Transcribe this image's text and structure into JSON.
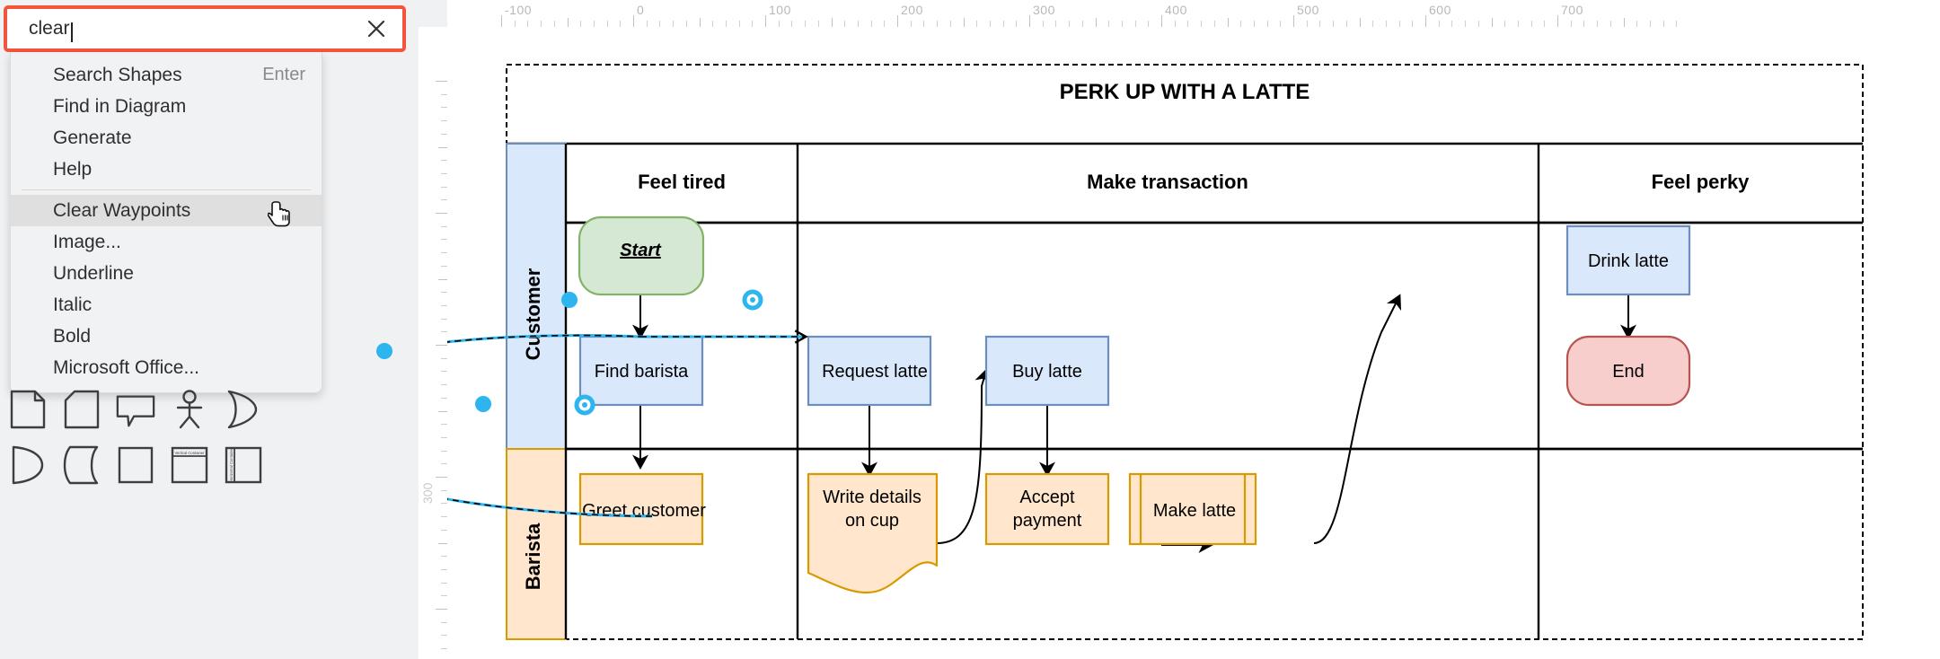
{
  "search": {
    "value": "clear",
    "placeholder": "Search Shapes",
    "clear_icon": "close-icon",
    "highlight_color": "#f4543c"
  },
  "menu": {
    "items": [
      {
        "label": "Search Shapes",
        "shortcut": "Enter",
        "highlighted": false,
        "separator_after": false
      },
      {
        "label": "Find in Diagram",
        "shortcut": "",
        "highlighted": false,
        "separator_after": false
      },
      {
        "label": "Generate",
        "shortcut": "",
        "highlighted": false,
        "separator_after": false
      },
      {
        "label": "Help",
        "shortcut": "",
        "highlighted": false,
        "separator_after": true
      },
      {
        "label": "Clear Waypoints",
        "shortcut": "",
        "highlighted": true,
        "separator_after": false
      },
      {
        "label": "Image...",
        "shortcut": "",
        "highlighted": false,
        "separator_after": false
      },
      {
        "label": "Underline",
        "shortcut": "",
        "highlighted": false,
        "separator_after": false
      },
      {
        "label": "Italic",
        "shortcut": "",
        "highlighted": false,
        "separator_after": false
      },
      {
        "label": "Bold",
        "shortcut": "",
        "highlighted": false,
        "separator_after": false
      },
      {
        "label": "Microsoft Office...",
        "shortcut": "",
        "highlighted": false,
        "separator_after": false
      }
    ]
  },
  "palette": {
    "shapes": [
      "document-shape",
      "card-shape",
      "callout-shape",
      "actor-shape",
      "delay-shape",
      "direct-data-shape",
      "stored-data-shape",
      "process-shape",
      "vertical-container-shape",
      "horizontal-container-shape"
    ]
  },
  "rulers": {
    "top_labels": [
      "-100",
      "0",
      "100",
      "200",
      "300",
      "400",
      "500",
      "600",
      "700"
    ],
    "left_labels": [
      "300"
    ],
    "unit_step": 100
  },
  "diagram": {
    "title": "PERK UP WITH A LATTE",
    "columns": [
      {
        "label": "Feel tired"
      },
      {
        "label": "Make transaction"
      },
      {
        "label": "Feel perky"
      }
    ],
    "lanes": [
      {
        "label": "Customer",
        "fill": "#dae8fc",
        "stroke": "#6c8ebf"
      },
      {
        "label": "Barista",
        "fill": "#ffe6cc",
        "stroke": "#d79b00"
      }
    ],
    "nodes": [
      {
        "id": "start",
        "label": "Start",
        "shape": "terminator",
        "fill": "#d5e8d4",
        "stroke": "#82b366",
        "lane": "Customer",
        "column": "Feel tired"
      },
      {
        "id": "find-barista",
        "label": "Find barista",
        "shape": "process",
        "fill": "#dae8fc",
        "stroke": "#6c8ebf",
        "lane": "Customer",
        "column": "Feel tired"
      },
      {
        "id": "request-latte",
        "label": "Request latte",
        "shape": "process",
        "fill": "#dae8fc",
        "stroke": "#6c8ebf",
        "lane": "Customer",
        "column": "Make transaction"
      },
      {
        "id": "buy-latte",
        "label": "Buy latte",
        "shape": "process",
        "fill": "#dae8fc",
        "stroke": "#6c8ebf",
        "lane": "Customer",
        "column": "Make transaction"
      },
      {
        "id": "drink-latte",
        "label": "Drink latte",
        "shape": "process",
        "fill": "#dae8fc",
        "stroke": "#6c8ebf",
        "lane": "Customer",
        "column": "Feel perky"
      },
      {
        "id": "end",
        "label": "End",
        "shape": "terminator",
        "fill": "#f8cecc",
        "stroke": "#b85450",
        "lane": "Customer",
        "column": "Feel perky"
      },
      {
        "id": "greet-customer",
        "label": "Greet customer",
        "shape": "process",
        "fill": "#ffe6cc",
        "stroke": "#d79b00",
        "lane": "Barista",
        "column": "Feel tired"
      },
      {
        "id": "write-details",
        "label": "Write details on cup",
        "shape": "document",
        "fill": "#ffe6cc",
        "stroke": "#d79b00",
        "lane": "Barista",
        "column": "Make transaction"
      },
      {
        "id": "accept-payment",
        "label": "Accept payment",
        "shape": "process",
        "fill": "#ffe6cc",
        "stroke": "#d79b00",
        "lane": "Barista",
        "column": "Make transaction"
      },
      {
        "id": "make-latte",
        "label": "Make latte",
        "shape": "predefined-process",
        "fill": "#ffe6cc",
        "stroke": "#d79b00",
        "lane": "Barista",
        "column": "Make transaction"
      }
    ],
    "selected_edge": {
      "from": "greet-customer",
      "to": "request-latte",
      "style": "dashed",
      "selection_color": "#2db5f0",
      "waypoints": 3
    }
  }
}
